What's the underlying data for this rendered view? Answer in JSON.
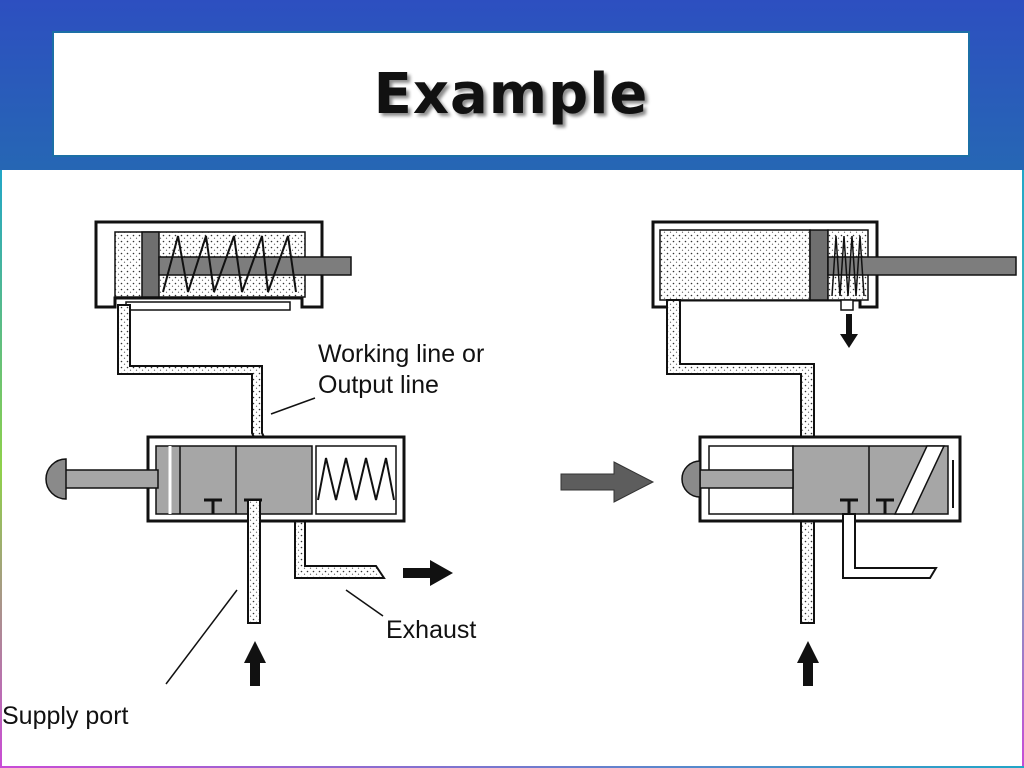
{
  "slide": {
    "title": "Example"
  },
  "diagram": {
    "labels": {
      "working_line_1": "Working line or",
      "working_line_2": "Output line",
      "exhaust": "Exhaust",
      "supply_port": "Supply port"
    },
    "colors": {
      "frame_top": "#2d4fc0",
      "frame_bottom": "#1a9a98",
      "valve_gray": "#a6a6a6",
      "piston_dark": "#6f6f6f",
      "rod_gray": "#7d7d7d",
      "arrow_black": "#111111",
      "big_arrow": "#5d5d5d"
    },
    "icons": {
      "flow_arrows": [
        "arrow-right-icon",
        "arrow-up-icon",
        "arrow-down-icon"
      ],
      "spring": "spring-icon"
    }
  }
}
